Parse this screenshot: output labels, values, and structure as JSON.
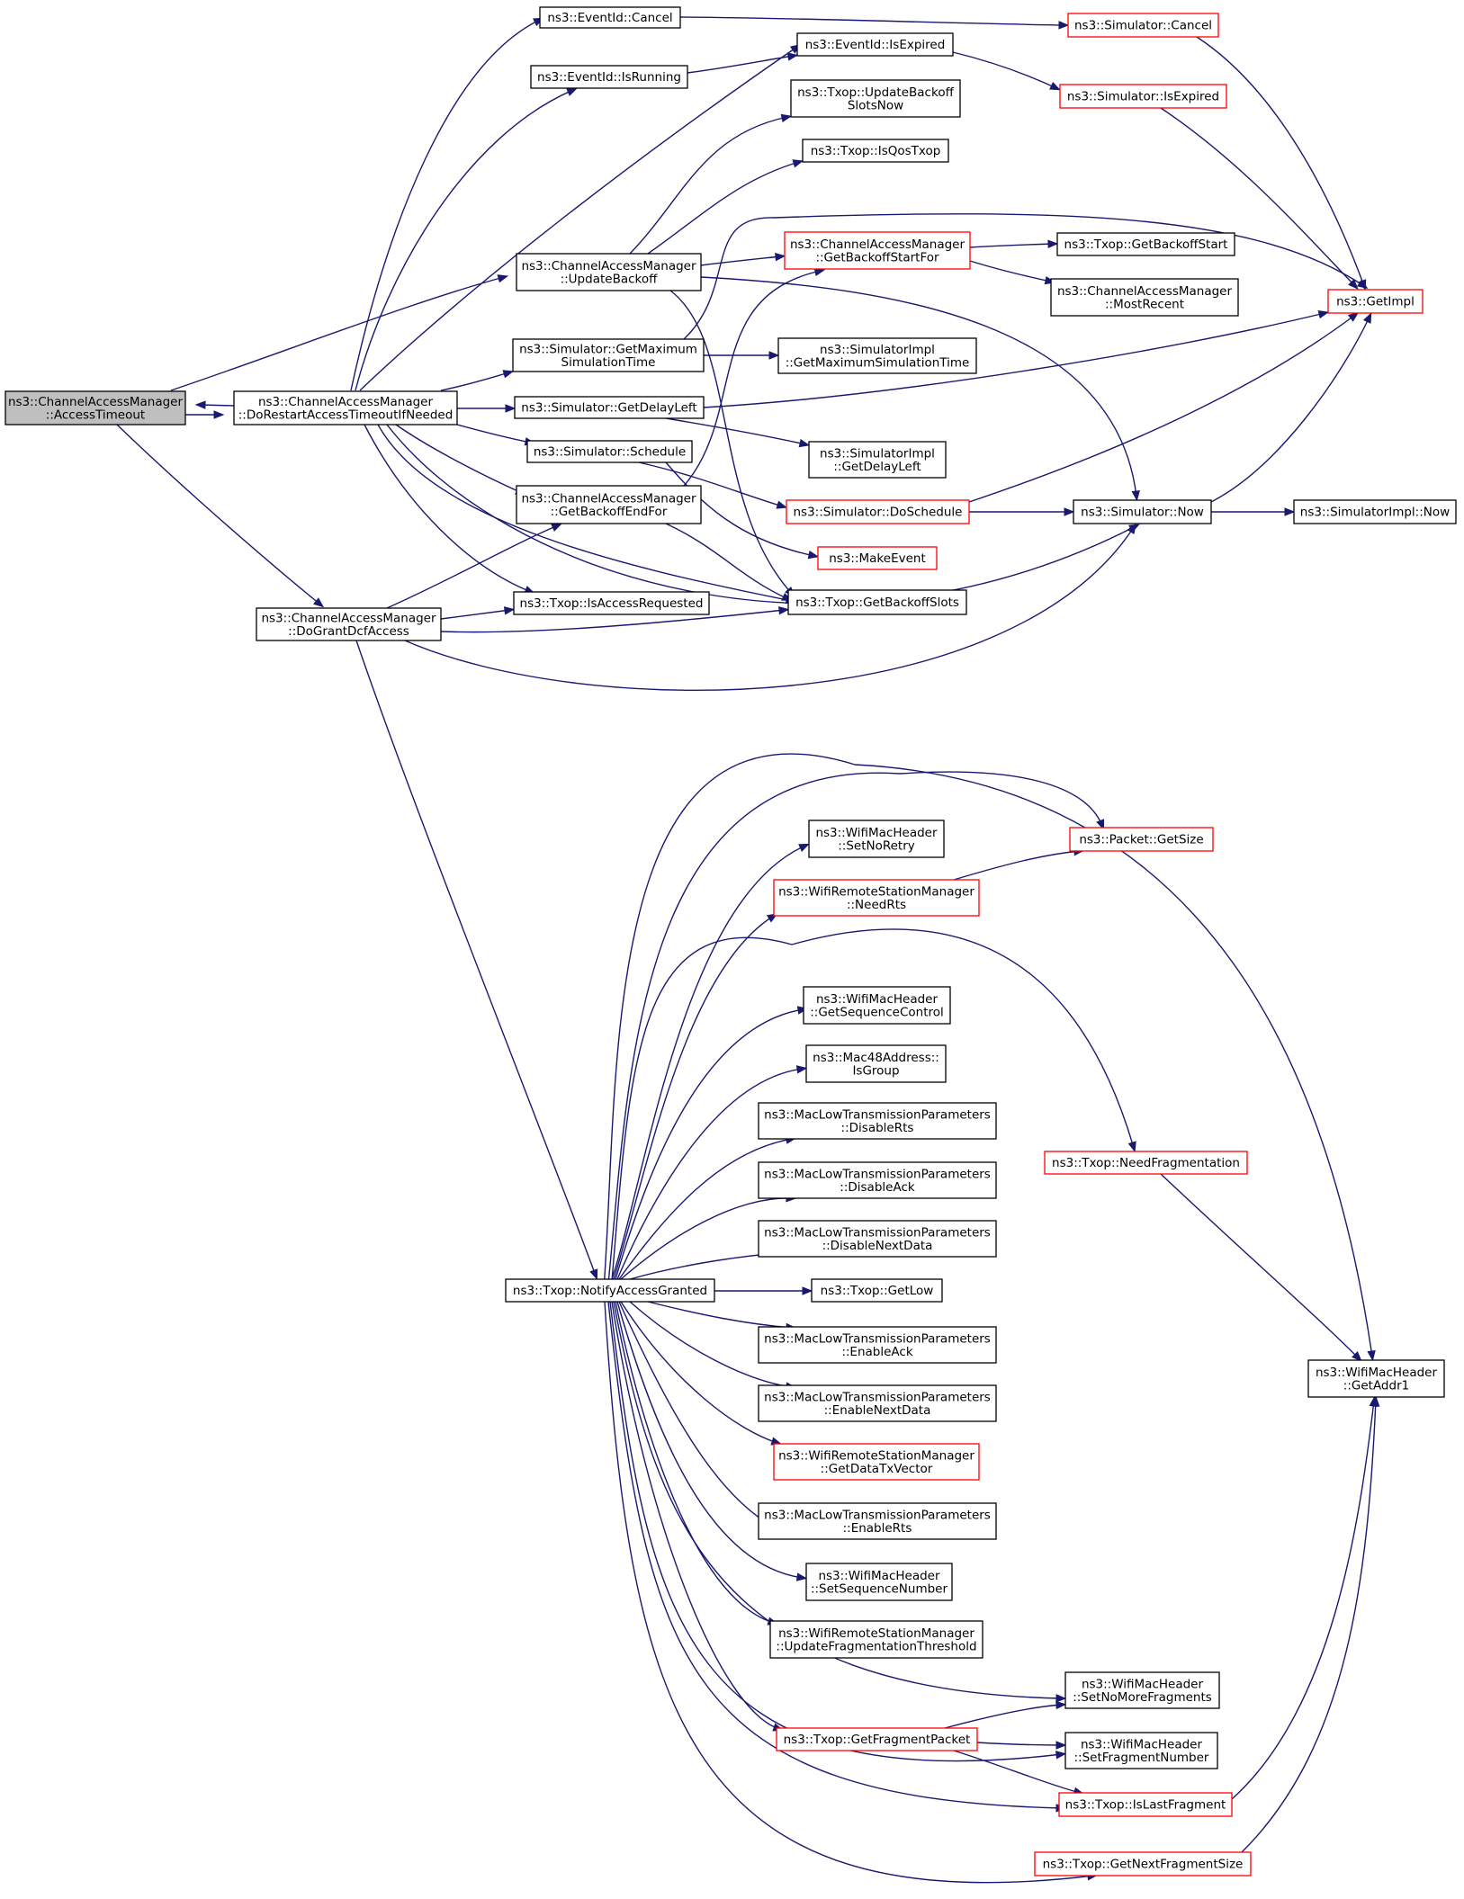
{
  "diagram": {
    "colors": {
      "edge": "#191970",
      "red_border": "#ff0000",
      "black_border": "#000000",
      "root_fill": "#bfbfbf"
    },
    "nodes": [
      {
        "id": "access_timeout",
        "lines": [
          "ns3::ChannelAccessManager",
          "::AccessTimeout"
        ],
        "border": "black",
        "root": true
      },
      {
        "id": "do_restart",
        "lines": [
          "ns3::ChannelAccessManager",
          "::DoRestartAccessTimeoutIfNeeded"
        ],
        "border": "black"
      },
      {
        "id": "do_grant",
        "lines": [
          "ns3::ChannelAccessManager",
          "::DoGrantDcfAccess"
        ],
        "border": "black"
      },
      {
        "id": "eventid_cancel",
        "lines": [
          "ns3::EventId::Cancel"
        ],
        "border": "black"
      },
      {
        "id": "eventid_isrunning",
        "lines": [
          "ns3::EventId::IsRunning"
        ],
        "border": "black"
      },
      {
        "id": "update_backoff",
        "lines": [
          "ns3::ChannelAccessManager",
          "::UpdateBackoff"
        ],
        "border": "black"
      },
      {
        "id": "get_max_sim_time",
        "lines": [
          "ns3::Simulator::GetMaximum",
          "SimulationTime"
        ],
        "border": "black"
      },
      {
        "id": "get_delay_left",
        "lines": [
          "ns3::Simulator::GetDelayLeft"
        ],
        "border": "black"
      },
      {
        "id": "sim_schedule",
        "lines": [
          "ns3::Simulator::Schedule"
        ],
        "border": "black"
      },
      {
        "id": "get_backoff_end",
        "lines": [
          "ns3::ChannelAccessManager",
          "::GetBackoffEndFor"
        ],
        "border": "black"
      },
      {
        "id": "is_access_requested",
        "lines": [
          "ns3::Txop::IsAccessRequested"
        ],
        "border": "black"
      },
      {
        "id": "eventid_isexpired",
        "lines": [
          "ns3::EventId::IsExpired"
        ],
        "border": "black"
      },
      {
        "id": "update_backoff_slots",
        "lines": [
          "ns3::Txop::UpdateBackoff",
          "SlotsNow"
        ],
        "border": "black"
      },
      {
        "id": "is_qos_txop",
        "lines": [
          "ns3::Txop::IsQosTxop"
        ],
        "border": "black"
      },
      {
        "id": "get_backoff_start",
        "lines": [
          "ns3::ChannelAccessManager",
          "::GetBackoffStartFor"
        ],
        "border": "red"
      },
      {
        "id": "simimpl_get_max",
        "lines": [
          "ns3::SimulatorImpl",
          "::GetMaximumSimulationTime"
        ],
        "border": "black"
      },
      {
        "id": "simimpl_get_delay",
        "lines": [
          "ns3::SimulatorImpl",
          "::GetDelayLeft"
        ],
        "border": "black"
      },
      {
        "id": "sim_do_schedule",
        "lines": [
          "ns3::Simulator::DoSchedule"
        ],
        "border": "red"
      },
      {
        "id": "make_event",
        "lines": [
          "ns3::MakeEvent"
        ],
        "border": "red"
      },
      {
        "id": "get_backoff_slots",
        "lines": [
          "ns3::Txop::GetBackoffSlots"
        ],
        "border": "black"
      },
      {
        "id": "sim_cancel",
        "lines": [
          "ns3::Simulator::Cancel"
        ],
        "border": "red"
      },
      {
        "id": "sim_isexpired",
        "lines": [
          "ns3::Simulator::IsExpired"
        ],
        "border": "red"
      },
      {
        "id": "txop_get_backoff_start",
        "lines": [
          "ns3::Txop::GetBackoffStart"
        ],
        "border": "black"
      },
      {
        "id": "most_recent",
        "lines": [
          "ns3::ChannelAccessManager",
          "::MostRecent"
        ],
        "border": "black"
      },
      {
        "id": "sim_now",
        "lines": [
          "ns3::Simulator::Now"
        ],
        "border": "black"
      },
      {
        "id": "get_impl",
        "lines": [
          "ns3::GetImpl"
        ],
        "border": "red"
      },
      {
        "id": "simimpl_now",
        "lines": [
          "ns3::SimulatorImpl::Now"
        ],
        "border": "black"
      },
      {
        "id": "notify_access_granted",
        "lines": [
          "ns3::Txop::NotifyAccessGranted"
        ],
        "border": "black"
      },
      {
        "id": "set_no_retry",
        "lines": [
          "ns3::WifiMacHeader",
          "::SetNoRetry"
        ],
        "border": "black"
      },
      {
        "id": "need_rts",
        "lines": [
          "ns3::WifiRemoteStationManager",
          "::NeedRts"
        ],
        "border": "red"
      },
      {
        "id": "get_seq_control",
        "lines": [
          "ns3::WifiMacHeader",
          "::GetSequenceControl"
        ],
        "border": "black"
      },
      {
        "id": "mac48_isgroup",
        "lines": [
          "ns3::Mac48Address::",
          "IsGroup"
        ],
        "border": "black"
      },
      {
        "id": "disable_rts",
        "lines": [
          "ns3::MacLowTransmissionParameters",
          "::DisableRts"
        ],
        "border": "black"
      },
      {
        "id": "disable_ack",
        "lines": [
          "ns3::MacLowTransmissionParameters",
          "::DisableAck"
        ],
        "border": "black"
      },
      {
        "id": "disable_next_data",
        "lines": [
          "ns3::MacLowTransmissionParameters",
          "::DisableNextData"
        ],
        "border": "black"
      },
      {
        "id": "txop_get_low",
        "lines": [
          "ns3::Txop::GetLow"
        ],
        "border": "black"
      },
      {
        "id": "enable_ack",
        "lines": [
          "ns3::MacLowTransmissionParameters",
          "::EnableAck"
        ],
        "border": "black"
      },
      {
        "id": "enable_next_data",
        "lines": [
          "ns3::MacLowTransmissionParameters",
          "::EnableNextData"
        ],
        "border": "black"
      },
      {
        "id": "get_data_tx_vector",
        "lines": [
          "ns3::WifiRemoteStationManager",
          "::GetDataTxVector"
        ],
        "border": "red"
      },
      {
        "id": "enable_rts",
        "lines": [
          "ns3::MacLowTransmissionParameters",
          "::EnableRts"
        ],
        "border": "black"
      },
      {
        "id": "set_seq_number",
        "lines": [
          "ns3::WifiMacHeader",
          "::SetSequenceNumber"
        ],
        "border": "black"
      },
      {
        "id": "update_frag_threshold",
        "lines": [
          "ns3::WifiRemoteStationManager",
          "::UpdateFragmentationThreshold"
        ],
        "border": "black"
      },
      {
        "id": "packet_get_size",
        "lines": [
          "ns3::Packet::GetSize"
        ],
        "border": "red"
      },
      {
        "id": "need_fragmentation",
        "lines": [
          "ns3::Txop::NeedFragmentation"
        ],
        "border": "red"
      },
      {
        "id": "get_fragment_packet",
        "lines": [
          "ns3::Txop::GetFragmentPacket"
        ],
        "border": "red"
      },
      {
        "id": "set_no_more_fragments",
        "lines": [
          "ns3::WifiMacHeader",
          "::SetNoMoreFragments"
        ],
        "border": "black"
      },
      {
        "id": "set_fragment_number",
        "lines": [
          "ns3::WifiMacHeader",
          "::SetFragmentNumber"
        ],
        "border": "black"
      },
      {
        "id": "is_last_fragment",
        "lines": [
          "ns3::Txop::IsLastFragment"
        ],
        "border": "red"
      },
      {
        "id": "get_next_fragment_size",
        "lines": [
          "ns3::Txop::GetNextFragmentSize"
        ],
        "border": "red"
      },
      {
        "id": "get_addr1",
        "lines": [
          "ns3::WifiMacHeader",
          "::GetAddr1"
        ],
        "border": "black"
      }
    ]
  }
}
